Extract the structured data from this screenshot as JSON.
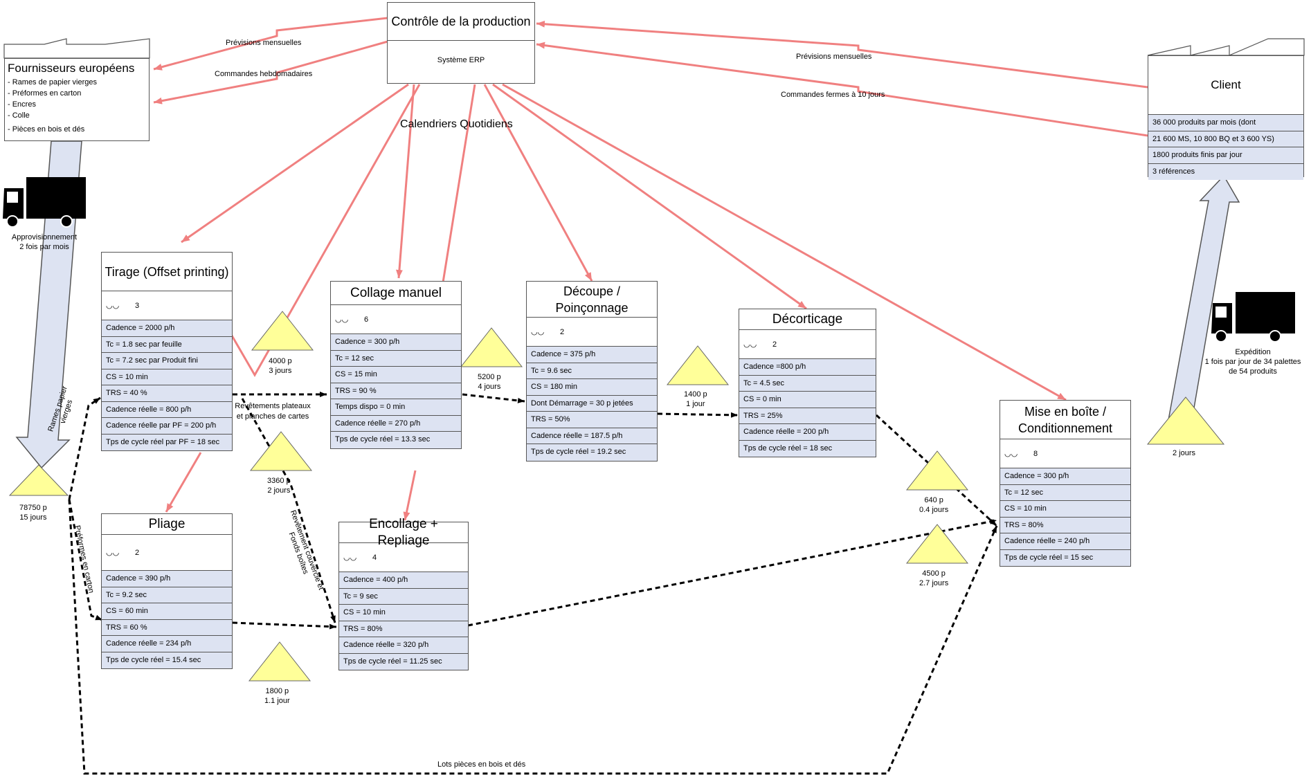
{
  "control": {
    "title": "Contrôle de la production",
    "system": "Système ERP"
  },
  "supplier": {
    "title": "Fournisseurs européens",
    "items": [
      "- Rames de papier vierges",
      "- Préformes en carton",
      "- Encres",
      "- Colle",
      "- Pièces en bois et dés"
    ]
  },
  "client": {
    "title": "Client",
    "rows": [
      "36 000 produits par mois (dont",
      "21 600 MS, 10 800 BQ et 3 600 YS)",
      "1800  produits finis par jour",
      "3 références"
    ]
  },
  "flows": {
    "supplier_forecast": "Prévisions mensuelles",
    "supplier_orders": "Commandes hebdomadaires",
    "client_forecast": "Prévisions mensuelles",
    "client_orders": "Commandes fermes à 10 jours",
    "daily_schedules": "Calendriers Quotidiens"
  },
  "trucks": {
    "supply_label_1": "Approvisionnement",
    "supply_label_2": "2 fois par mois",
    "ship_label_1": "Expédition",
    "ship_label_2": "1 fois par jour de 34 palettes",
    "ship_label_3": "de 54 produits"
  },
  "processes": {
    "tirage": {
      "title": "Tirage (Offset printing)",
      "operators": "3",
      "rows": [
        "Cadence =  2000 p/h",
        "Tc = 1.8 sec par feuille",
        "Tc = 7.2 sec par Produit fini",
        "CS = 10 min",
        "TRS = 40 %",
        "Cadence réelle = 800 p/h",
        "Cadence réelle par PF = 200 p/h",
        "Tps de cycle réel par PF = 18 sec"
      ]
    },
    "collage": {
      "title": "Collage manuel",
      "operators": "6",
      "rows": [
        "Cadence = 300 p/h",
        "Tc = 12 sec",
        "CS = 15 min",
        "TRS = 90 %",
        "Temps dispo = 0 min",
        "Cadence réelle = 270 p/h",
        "Tps de cycle réel = 13.3 sec"
      ]
    },
    "decoupe": {
      "title": "Découpe / Poinçonnage",
      "operators": "2",
      "rows": [
        "Cadence = 375 p/h",
        "Tc = 9.6 sec",
        "CS = 180 min",
        "Dont Démarrage = 30 p jetées",
        "TRS = 50%",
        "Cadence réelle = 187.5 p/h",
        "Tps de cycle réel = 19.2 sec"
      ]
    },
    "decorticage": {
      "title": "Décorticage",
      "operators": "2",
      "rows": [
        "Cadence =800 p/h",
        "Tc = 4.5 sec",
        "CS = 0 min",
        "TRS = 25%",
        "Cadence réelle = 200 p/h",
        "Tps de cycle réel = 18 sec"
      ]
    },
    "mise": {
      "title": "Mise en boîte / Conditionnement",
      "operators": "8",
      "rows": [
        "Cadence = 300 p/h",
        "Tc = 12 sec",
        "CS = 10 min",
        "TRS = 80%",
        "Cadence réelle = 240 p/h",
        "Tps de cycle réel = 15 sec"
      ]
    },
    "pliage": {
      "title": "Pliage",
      "operators": "2",
      "rows": [
        "Cadence = 390 p/h",
        "Tc = 9.2 sec",
        "CS = 60 min",
        "TRS = 60 %",
        "Cadence réelle = 234 p/h",
        "Tps de cycle réel = 15.4 sec"
      ]
    },
    "encollage": {
      "title": "Encollage + Repliage",
      "operators": "4",
      "rows": [
        "Cadence = 400 p/h",
        "Tc = 9 sec",
        "CS = 10 min",
        "TRS = 80%",
        "Cadence réelle = 320 p/h",
        "Tps de cycle réel = 11.25 sec"
      ]
    }
  },
  "inventories": {
    "raw": [
      "78750 p",
      "15 jours"
    ],
    "tirage_collage": [
      "4000 p",
      "3 jours"
    ],
    "collage_decoupe": [
      "5200 p",
      "4 jours"
    ],
    "decoupe_decorticage": [
      "1400 p",
      "1 jour"
    ],
    "decorticage_mise": [
      "640 p",
      "0.4  jours"
    ],
    "encollage_mise": [
      "4500 p",
      "2.7  jours"
    ],
    "tirage_encollage": [
      "3360 p",
      "2 jours"
    ],
    "pliage_encollage": [
      "1800 p",
      "1.1 jour"
    ],
    "finished": [
      "2 jours"
    ]
  },
  "material_labels": {
    "rames": "Rames papier vierges",
    "preformes": "Préformes en carton",
    "revetements": "Revêtements plateaux et planches de cartes",
    "revetement_couvercle": "Revêtement couvercle et Fonds boîtes",
    "lots": "Lots pièces en bois et dés"
  },
  "colors": {
    "info_arrow": "#f08080",
    "row_fill": "#dde3f2",
    "inventory": "#ffff99",
    "push_arrow": "#dde3f2"
  }
}
